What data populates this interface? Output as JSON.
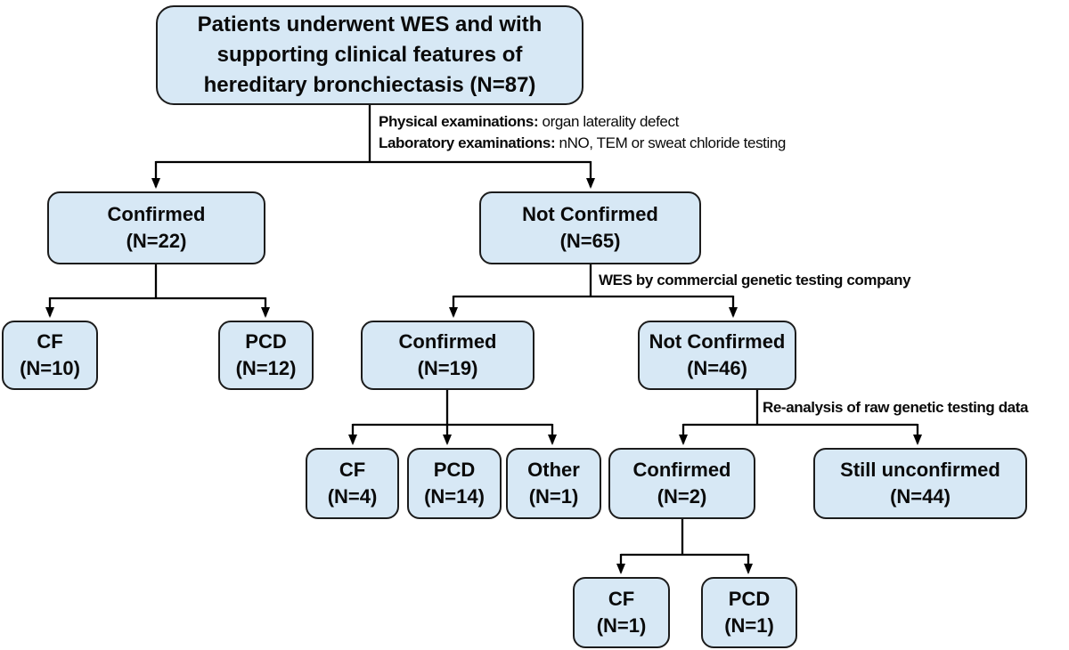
{
  "diagram": {
    "title_box": {
      "lines": [
        "Patients underwent WES and with",
        "supporting clinical features of",
        "hereditary bronchiectasis (N=87)"
      ]
    },
    "nodes": {
      "c22": {
        "label": "Confirmed",
        "count": "(N=22)"
      },
      "nc65": {
        "label": "Not Confirmed",
        "count": "(N=65)"
      },
      "cf10": {
        "label": "CF",
        "count": "(N=10)"
      },
      "pcd12": {
        "label": "PCD",
        "count": "(N=12)"
      },
      "c19": {
        "label": "Confirmed",
        "count": "(N=19)"
      },
      "nc46": {
        "label": "Not Confirmed",
        "count": "(N=46)"
      },
      "cf4": {
        "label": "CF",
        "count": "(N=4)"
      },
      "pcd14": {
        "label": "PCD",
        "count": "(N=14)"
      },
      "other1": {
        "label": "Other",
        "count": "(N=1)"
      },
      "c2": {
        "label": "Confirmed",
        "count": "(N=2)"
      },
      "su44": {
        "label": "Still unconfirmed",
        "count": "(N=44)"
      },
      "cf1": {
        "label": "CF",
        "count": "(N=1)"
      },
      "pcd1": {
        "label": "PCD",
        "count": "(N=1)"
      }
    },
    "annotations": {
      "physical": {
        "label": "Physical examinations:",
        "text": " organ laterality defect"
      },
      "laboratory": {
        "label": "Laboratory examinations:",
        "text": " nNO, TEM or sweat chloride testing"
      },
      "wes": {
        "text": "WES by commercial genetic testing company"
      },
      "reanalysis": {
        "text": "Re-analysis of raw genetic testing data"
      }
    },
    "colors": {
      "box_fill": "#d7e8f5",
      "box_border": "#1c1c1c",
      "line": "#000000",
      "text": "#0a0a0a",
      "background": "#ffffff"
    }
  }
}
